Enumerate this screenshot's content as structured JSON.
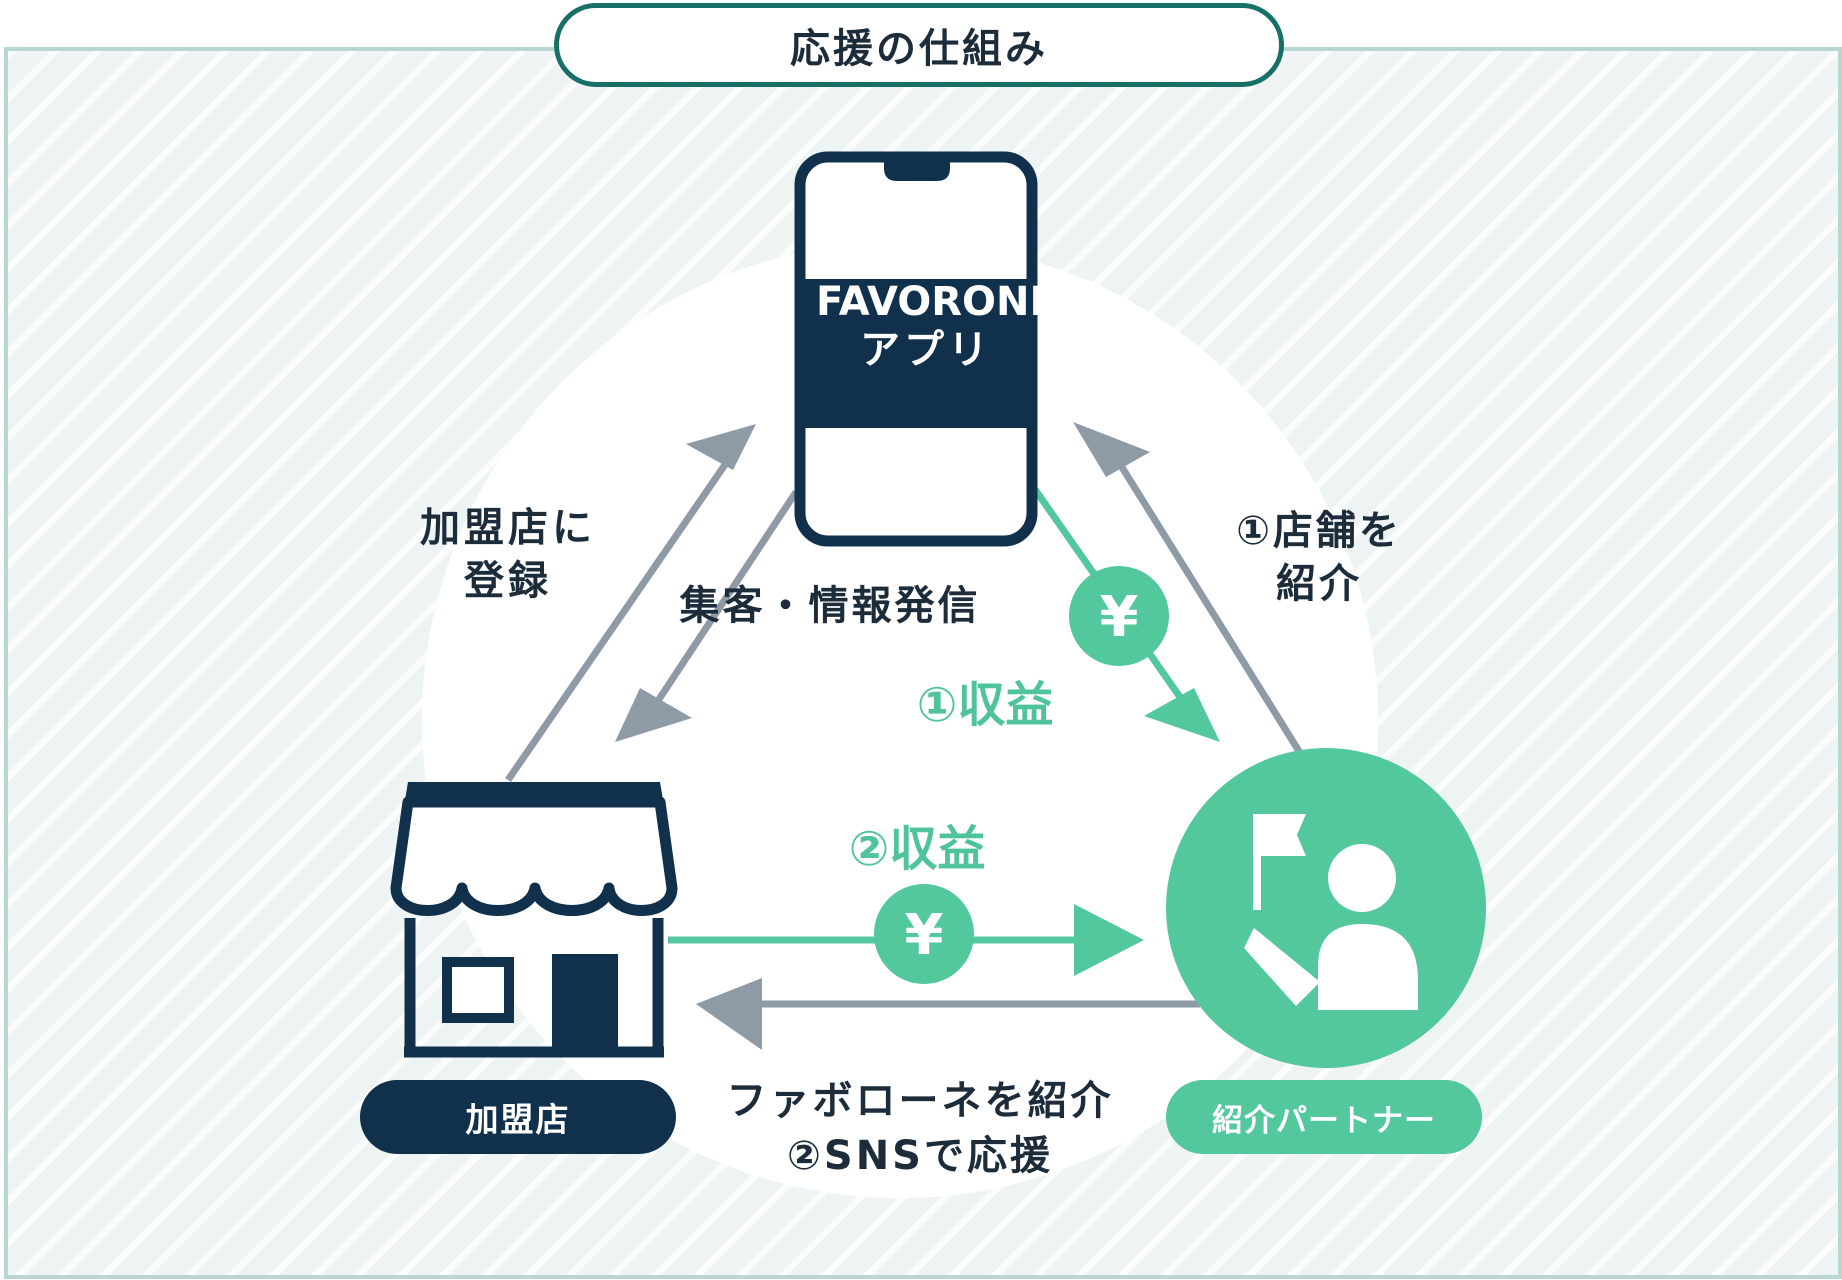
{
  "title": "応援の仕組み",
  "app": {
    "name": "FAVORONE",
    "subtitle": "アプリ"
  },
  "nodes": {
    "store": "加盟店",
    "partner": "紹介パートナー"
  },
  "edges": {
    "store_to_app": "加盟店に\n登録",
    "app_to_store": "集客・情報発信",
    "partner_to_app": "①店舗を\n紹介",
    "app_to_partner_revenue": "①収益",
    "store_to_partner_revenue": "②収益",
    "partner_to_store": "ファボローネを紹介\n②SNSで応援"
  },
  "yen_symbol": "¥",
  "colors": {
    "navy": "#10304b",
    "green": "#52c89c",
    "gray_arrow": "#8e9aa6",
    "teal_border": "#176f65"
  }
}
